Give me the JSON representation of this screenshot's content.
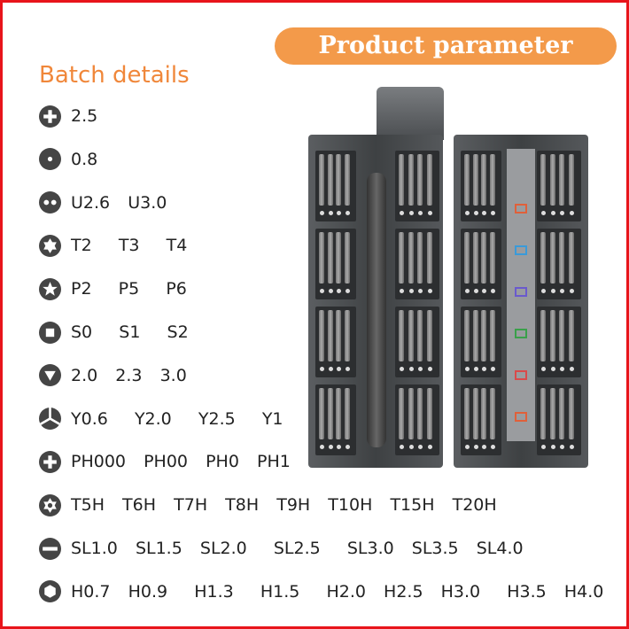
{
  "header": {
    "title": "Product parameter"
  },
  "section": {
    "title": "Batch details"
  },
  "colors": {
    "accent": "#f39a4a",
    "heading": "#f0873a",
    "border": "#e8141b",
    "icon": "#454545"
  },
  "rows": [
    {
      "icon": "phillips-icon",
      "text": "2.5"
    },
    {
      "icon": "pin-icon",
      "text": "0.8"
    },
    {
      "icon": "u-shape-icon",
      "text": "U2.6  U3.0"
    },
    {
      "icon": "torx-icon",
      "text": "T2   T3   T4"
    },
    {
      "icon": "pentalobe-icon",
      "text": "P2   P5   P6"
    },
    {
      "icon": "square-icon",
      "text": "S0   S1   S2"
    },
    {
      "icon": "triangle-icon",
      "text": "2.0  2.3  3.0"
    },
    {
      "icon": "tri-wing-icon",
      "text": "Y0.6   Y2.0   Y2.5   Y1"
    },
    {
      "icon": "phillips-icon",
      "text": "PH000  PH00  PH0  PH1"
    },
    {
      "icon": "security-torx-icon",
      "text": "T5H  T6H  T7H  T8H  T9H  T10H  T15H  T20H"
    },
    {
      "icon": "slotted-icon",
      "text": "SL1.0  SL1.5  SL2.0   SL2.5   SL3.0  SL3.5  SL4.0"
    },
    {
      "icon": "hex-icon",
      "text": "H0.7  H0.9   H1.3   H1.5   H2.0  H2.5  H3.0   H3.5  H4.0"
    }
  ]
}
